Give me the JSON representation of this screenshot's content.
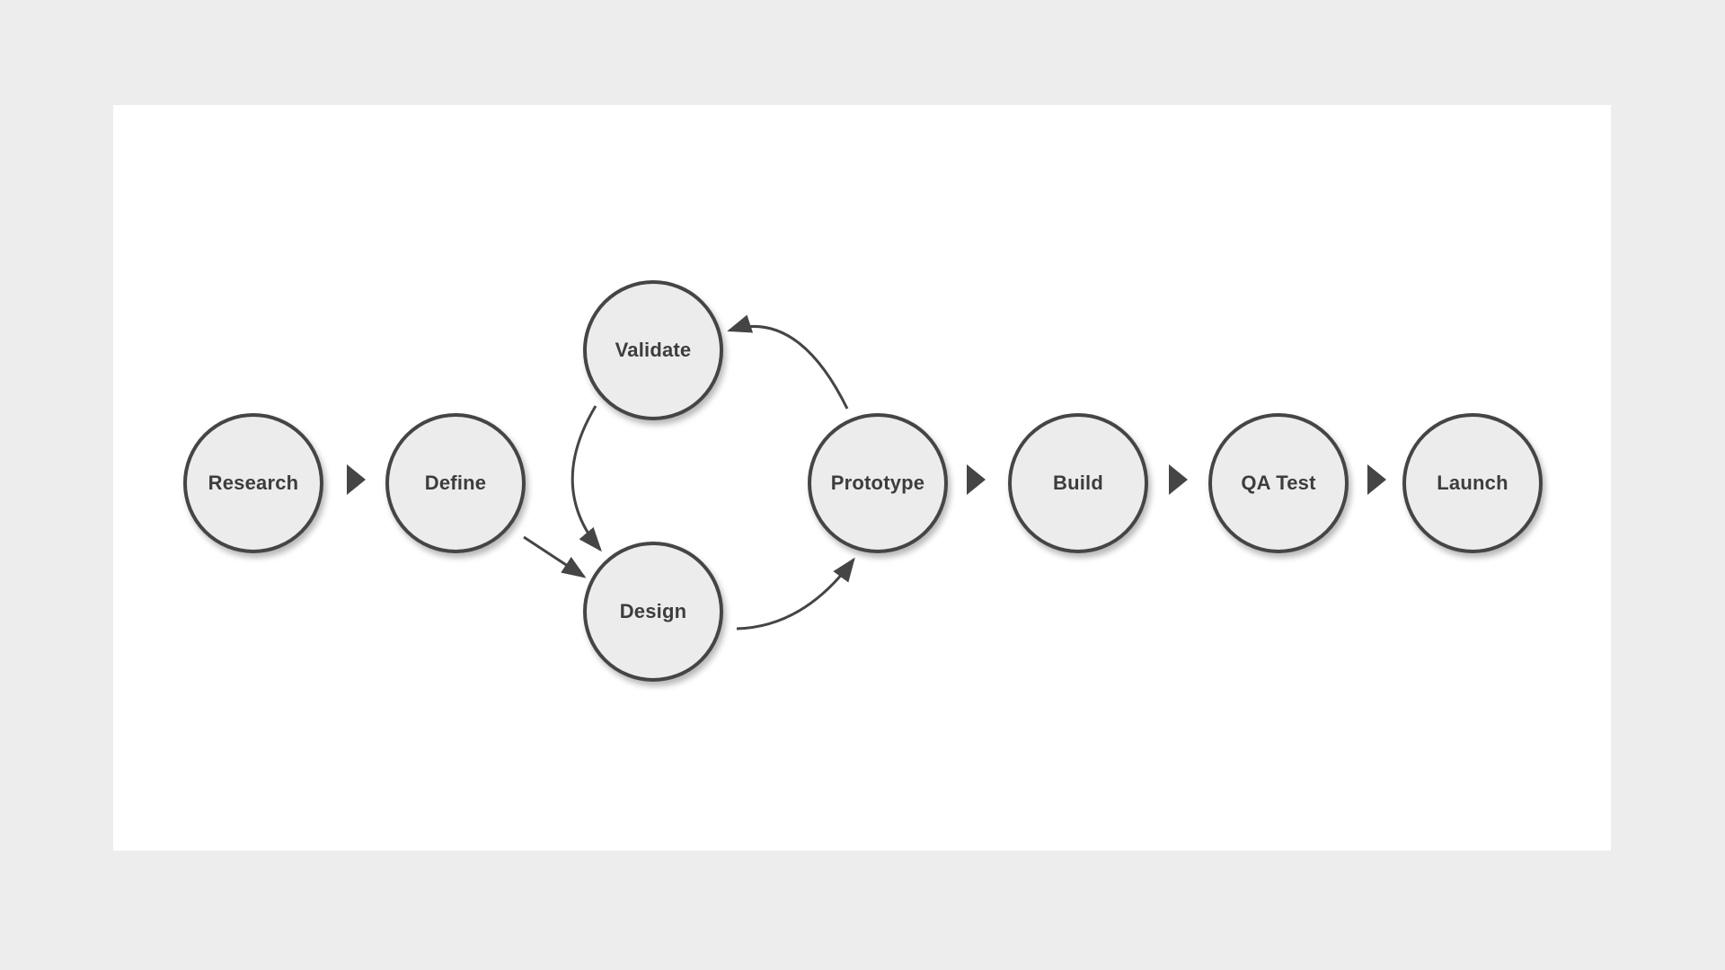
{
  "page": {
    "background_color": "#ededed",
    "card_background_color": "#ffffff"
  },
  "palette": {
    "node_fill": "#ececec",
    "node_border": "#454545",
    "label_text": "#3d3d3d",
    "arrow": "#454545"
  },
  "diagram": {
    "type": "flowchart",
    "nodes": [
      {
        "id": "research",
        "label": "Research"
      },
      {
        "id": "define",
        "label": "Define"
      },
      {
        "id": "validate",
        "label": "Validate"
      },
      {
        "id": "design",
        "label": "Design"
      },
      {
        "id": "prototype",
        "label": "Prototype"
      },
      {
        "id": "build",
        "label": "Build"
      },
      {
        "id": "qa-test",
        "label": "QA Test"
      },
      {
        "id": "launch",
        "label": "Launch"
      }
    ],
    "edges": [
      {
        "from": "research",
        "to": "define",
        "style": "triangle-connector"
      },
      {
        "from": "define",
        "to": "design",
        "style": "straight-arrow"
      },
      {
        "from": "validate",
        "to": "design",
        "style": "curved-arrow"
      },
      {
        "from": "design",
        "to": "prototype",
        "style": "curved-arrow"
      },
      {
        "from": "prototype",
        "to": "validate",
        "style": "curved-arrow"
      },
      {
        "from": "prototype",
        "to": "build",
        "style": "triangle-connector"
      },
      {
        "from": "build",
        "to": "qa-test",
        "style": "triangle-connector"
      },
      {
        "from": "qa-test",
        "to": "launch",
        "style": "triangle-connector"
      }
    ]
  }
}
